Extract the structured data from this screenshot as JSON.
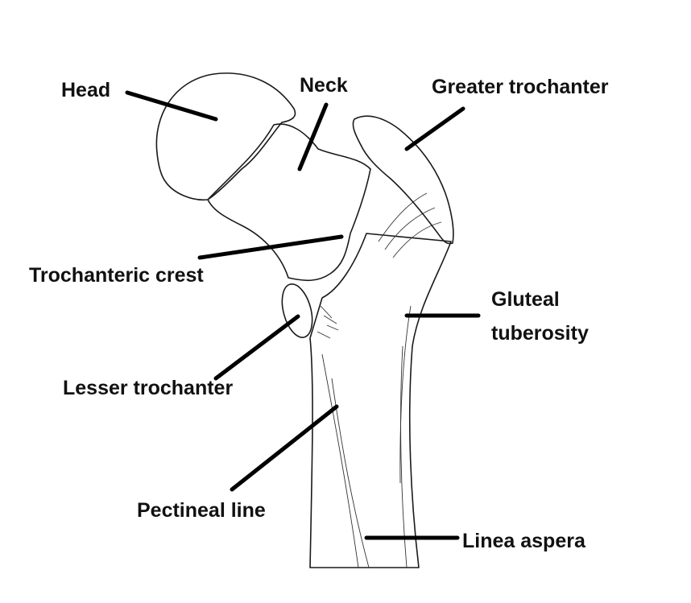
{
  "labels": {
    "head": "Head",
    "neck": "Neck",
    "greater_trochanter": "Greater trochanter",
    "trochanteric_crest": "Trochanteric crest",
    "gluteal_tuberosity_line1": "Gluteal",
    "gluteal_tuberosity_line2": "tuberosity",
    "lesser_trochanter": "Lesser trochanter",
    "pectineal_line": "Pectineal line",
    "linea_aspera": "Linea aspera"
  },
  "colors": {
    "head": "#e7757b",
    "neck_and_crest": "#ede77e",
    "greater_trochanter": "#3dbf87",
    "lesser_trochanter": "#5fa8d9",
    "bone": "#ffffff",
    "outline": "#1a1a1a",
    "leader_lines": "#000000"
  }
}
